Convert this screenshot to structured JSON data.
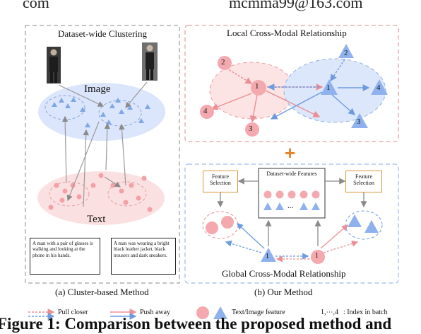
{
  "header": {
    "left_text": "com",
    "right_text": "mcmma99@163.com"
  },
  "panel_a": {
    "title": "Dataset-wide Clustering",
    "image_label": "Image",
    "text_label": "Text",
    "text_box_1": "A man with a pair of glasses is walking and looking at the phone in his hands.",
    "text_box_2": "A man was wearing a bright black leather jacket, black trousers and dark sneakers.",
    "sublabel": "(a) Cluster-based Method"
  },
  "panel_local": {
    "title": "Local Cross-Modal Relationship",
    "text_nodes": [
      "1",
      "2",
      "3",
      "4"
    ],
    "image_nodes": [
      "1",
      "2",
      "3",
      "4"
    ]
  },
  "plus_sign": "+",
  "panel_global": {
    "feature_selection_left": "Feature Selection",
    "feature_selection_right": "Feature Selection",
    "dataset_wide": "Dataset-wide Features",
    "ellipsis": "...",
    "node_left": "1",
    "node_right": "1",
    "title": "Global Cross-Modal Relationship",
    "sublabel": "(b) Our Method"
  },
  "legend": {
    "pull": "Pull closer",
    "push": "Push away",
    "feature": "Text/Image feature",
    "index": "1,⋯,4",
    "index_desc": ": Index in batch"
  },
  "caption": "Figure 1: Comparison between the proposed method and",
  "colors": {
    "pink": "#f7b3b7",
    "pink_dark": "#e9898f",
    "blue": "#a9c6f0",
    "blue_dark": "#6d9be0",
    "orange": "#e8822a",
    "red_border": "#e08a8a",
    "blue_border": "#8aa8e8"
  }
}
